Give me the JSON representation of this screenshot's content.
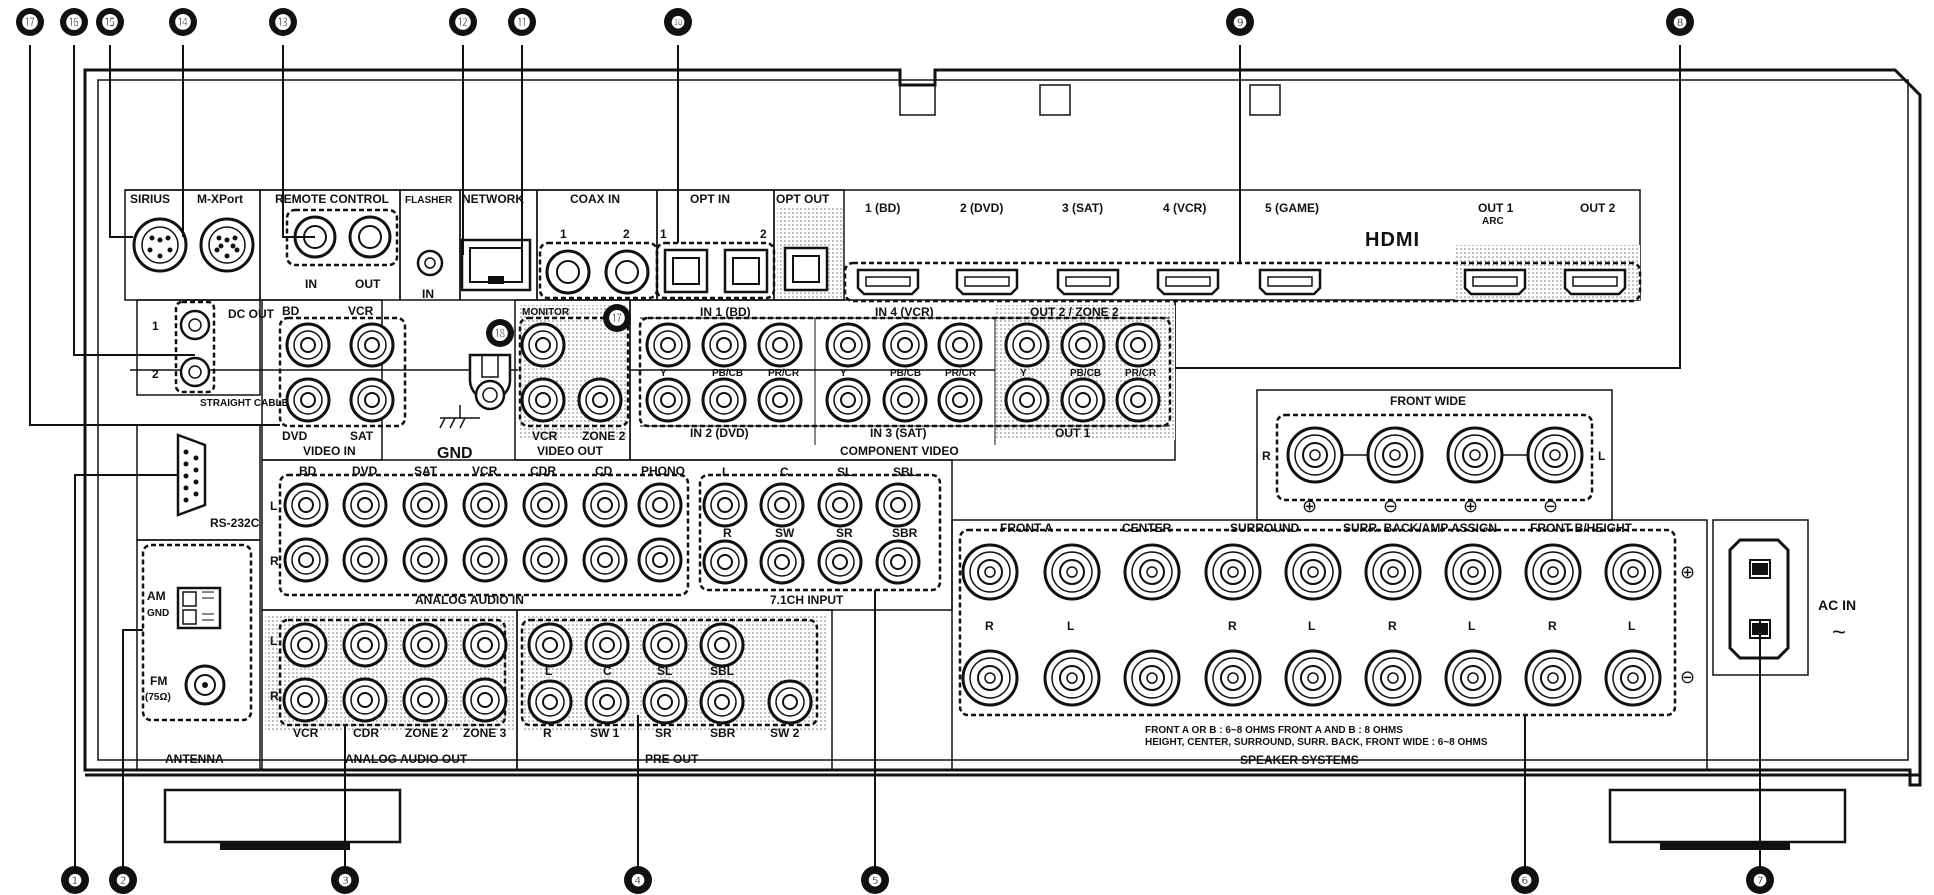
{
  "sections": {
    "sirius": "SIRIUS",
    "mxport": "M-XPort",
    "remote_control": "REMOTE CONTROL",
    "flasher": "FLASHER",
    "network": "NETWORK",
    "coax_in": "COAX IN",
    "opt_in": "OPT IN",
    "opt_out": "OPT OUT",
    "video_in": "VIDEO IN",
    "video_out": "VIDEO OUT",
    "component_video": "COMPONENT VIDEO",
    "analog_audio_in": "ANALOG AUDIO IN",
    "analog_audio_out": "ANALOG AUDIO OUT",
    "ch71_input": "7.1CH INPUT",
    "pre_out": "PRE OUT",
    "antenna": "ANTENNA",
    "front_wide": "FRONT WIDE",
    "speaker_systems": "SPEAKER SYSTEMS",
    "ac_in": "AC IN",
    "rs232c": "RS-232C",
    "gnd": "GND",
    "dc_out": "DC OUT",
    "straight_cable": "STRAIGHT CABLE",
    "hdmi_logo": "HDMI"
  },
  "labels": {
    "remote_in": "IN",
    "remote_out": "OUT",
    "flasher_in": "IN",
    "coax_1": "1",
    "coax_2": "2",
    "opt_1": "1",
    "opt_2": "2",
    "dc_1": "1",
    "dc_2": "2",
    "monitor": "MONITOR",
    "vcr_out": "VCR",
    "zone2_out": "ZONE 2",
    "vin_bd": "BD",
    "vin_vcr": "VCR",
    "vin_dvd": "DVD",
    "vin_sat": "SAT",
    "comp_in1": "IN 1 (BD)",
    "comp_in4": "IN 4 (VCR)",
    "comp_out2": "OUT 2 / ZONE 2",
    "comp_in2": "IN 2 (DVD)",
    "comp_in3": "IN 3 (SAT)",
    "comp_out1": "OUT 1",
    "y": "Y",
    "pb": "PB/CB",
    "pr": "PR/CR",
    "am": "AM",
    "gnd_small": "GND",
    "fm": "FM",
    "fm_ohm": "(75Ω)",
    "r": "R",
    "l": "L",
    "plus": "⊕",
    "minus": "⊖",
    "ohms1": "FRONT A  OR  B : 6~8 OHMS        FRONT A  AND  B : 8 OHMS",
    "ohms2": "HEIGHT, CENTER, SURROUND, SURR. BACK, FRONT WIDE : 6~8 OHMS",
    "ac_symbol": "~"
  },
  "hdmi_ports": [
    "1 (BD)",
    "2 (DVD)",
    "3 (SAT)",
    "4 (VCR)",
    "5 (GAME)"
  ],
  "hdmi_out": [
    "OUT 1",
    "OUT 2"
  ],
  "hdmi_arc": "ARC",
  "analog_in": [
    "BD",
    "DVD",
    "SAT",
    "VCR",
    "CDR",
    "CD",
    "PHONO"
  ],
  "ch71_top": [
    "L",
    "C",
    "SL",
    "SBL"
  ],
  "ch71_bot": [
    "R",
    "SW",
    "SR",
    "SBR"
  ],
  "analog_out": [
    "VCR",
    "CDR",
    "ZONE 2",
    "ZONE 3"
  ],
  "preout_top": [
    "L",
    "C",
    "SL",
    "SBL"
  ],
  "preout_bot": [
    "R",
    "SW 1",
    "SR",
    "SBR",
    "SW 2"
  ],
  "speaker_groups": [
    "FRONT A",
    "CENTER",
    "SURROUND",
    "SURR. BACK/AMP ASSIGN",
    "FRONT B/HEIGHT"
  ],
  "speaker_rl": [
    "R",
    "L",
    "",
    "R",
    "L",
    "R",
    "L",
    "R",
    "L"
  ],
  "callouts": [
    "❶",
    "❷",
    "❸",
    "❹",
    "❺",
    "❻",
    "❼",
    "❽",
    "❾",
    "❿",
    "⓫",
    "⓬",
    "⓭",
    "⓮",
    "⓯",
    "⓰",
    "⓱",
    "⓱",
    "⓲"
  ]
}
